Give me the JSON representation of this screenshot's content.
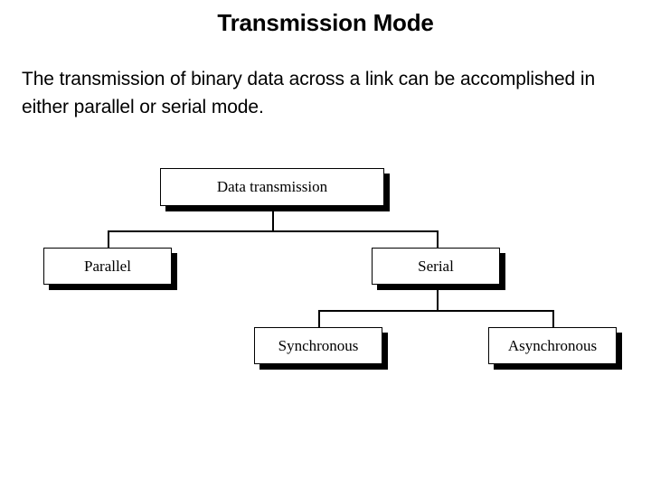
{
  "slide": {
    "title": "Transmission Mode",
    "body": "The transmission of binary data across a link can be accomplished in either parallel or serial mode.",
    "background_color": "#ffffff",
    "text_color": "#000000"
  },
  "diagram": {
    "type": "tree",
    "line_color": "#000000",
    "node_fill": "#ffffff",
    "node_border": "#000000",
    "shadow_color": "#000000",
    "nodes": [
      {
        "id": "data-transmission",
        "label": "Data transmission",
        "level": 0
      },
      {
        "id": "parallel",
        "label": "Parallel",
        "level": 1
      },
      {
        "id": "serial",
        "label": "Serial",
        "level": 1
      },
      {
        "id": "synchronous",
        "label": "Synchronous",
        "level": 2
      },
      {
        "id": "asynchronous",
        "label": "Asynchronous",
        "level": 2
      }
    ],
    "edges": [
      {
        "from": "data-transmission",
        "to": "parallel"
      },
      {
        "from": "data-transmission",
        "to": "serial"
      },
      {
        "from": "serial",
        "to": "synchronous"
      },
      {
        "from": "serial",
        "to": "asynchronous"
      }
    ]
  }
}
